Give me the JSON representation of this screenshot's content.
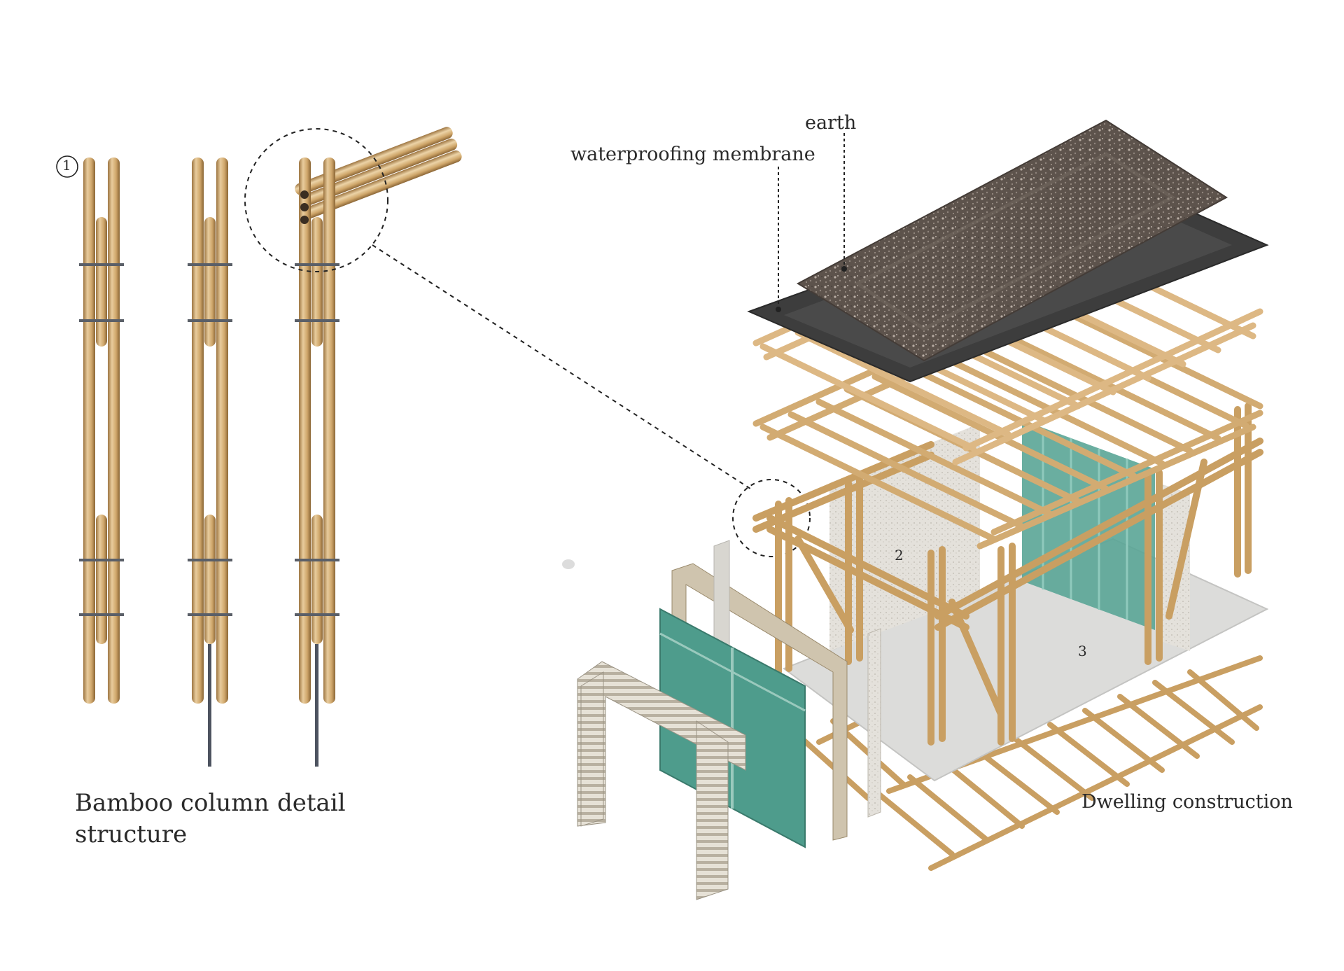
{
  "labels": {
    "earth": "earth",
    "waterproofing": "waterproofing membrane",
    "caption_left_1": "Bamboo",
    "caption_left_2": "column",
    "caption_left_3": "detail",
    "caption_left_4": "structure",
    "caption_right": "Dwelling construction",
    "marker_1": "1",
    "marker_2": "2",
    "marker_3": "3"
  },
  "colors": {
    "bamboo_light": "#e2c293",
    "bamboo_mid": "#c99f62",
    "bamboo_dark": "#8a6535",
    "earth": "#5b514b",
    "membrane": "#3d3d3d",
    "floor": "#dcdcda",
    "glass": "#4e9c8c",
    "wall": "#cfcbc2",
    "steel": "#4d5360"
  }
}
